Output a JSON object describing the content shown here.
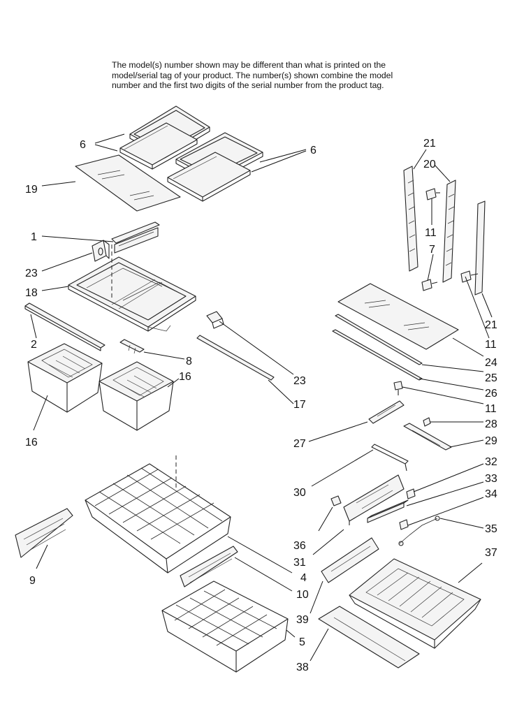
{
  "header": {
    "note_lines": [
      "The model(s) number shown may be different than what is printed on the",
      "model/serial tag of your product. The number(s) shown combine the model",
      "number and the first two digits of the serial number from the product tag."
    ]
  },
  "callouts": [
    {
      "id": "c6a",
      "label": "6"
    },
    {
      "id": "c6b",
      "label": "6"
    },
    {
      "id": "c19",
      "label": "19"
    },
    {
      "id": "c1",
      "label": "1"
    },
    {
      "id": "c23a",
      "label": "23"
    },
    {
      "id": "c18",
      "label": "18"
    },
    {
      "id": "c2",
      "label": "2"
    },
    {
      "id": "c8",
      "label": "8"
    },
    {
      "id": "c16a",
      "label": "16"
    },
    {
      "id": "c16b",
      "label": "16"
    },
    {
      "id": "c23b",
      "label": "23"
    },
    {
      "id": "c17",
      "label": "17"
    },
    {
      "id": "c21a",
      "label": "21"
    },
    {
      "id": "c20",
      "label": "20"
    },
    {
      "id": "c11a",
      "label": "11"
    },
    {
      "id": "c7",
      "label": "7"
    },
    {
      "id": "c21b",
      "label": "21"
    },
    {
      "id": "c11b",
      "label": "11"
    },
    {
      "id": "c24",
      "label": "24"
    },
    {
      "id": "c25",
      "label": "25"
    },
    {
      "id": "c26",
      "label": "26"
    },
    {
      "id": "c11c",
      "label": "11"
    },
    {
      "id": "c28",
      "label": "28"
    },
    {
      "id": "c27",
      "label": "27"
    },
    {
      "id": "c29",
      "label": "29"
    },
    {
      "id": "c32",
      "label": "32"
    },
    {
      "id": "c30",
      "label": "30"
    },
    {
      "id": "c33",
      "label": "33"
    },
    {
      "id": "c34",
      "label": "34"
    },
    {
      "id": "c36",
      "label": "36"
    },
    {
      "id": "c35",
      "label": "35"
    },
    {
      "id": "c31",
      "label": "31"
    },
    {
      "id": "c37",
      "label": "37"
    },
    {
      "id": "c9",
      "label": "9"
    },
    {
      "id": "c4",
      "label": "4"
    },
    {
      "id": "c10",
      "label": "10"
    },
    {
      "id": "c39",
      "label": "39"
    },
    {
      "id": "c5",
      "label": "5"
    },
    {
      "id": "c38",
      "label": "38"
    }
  ]
}
